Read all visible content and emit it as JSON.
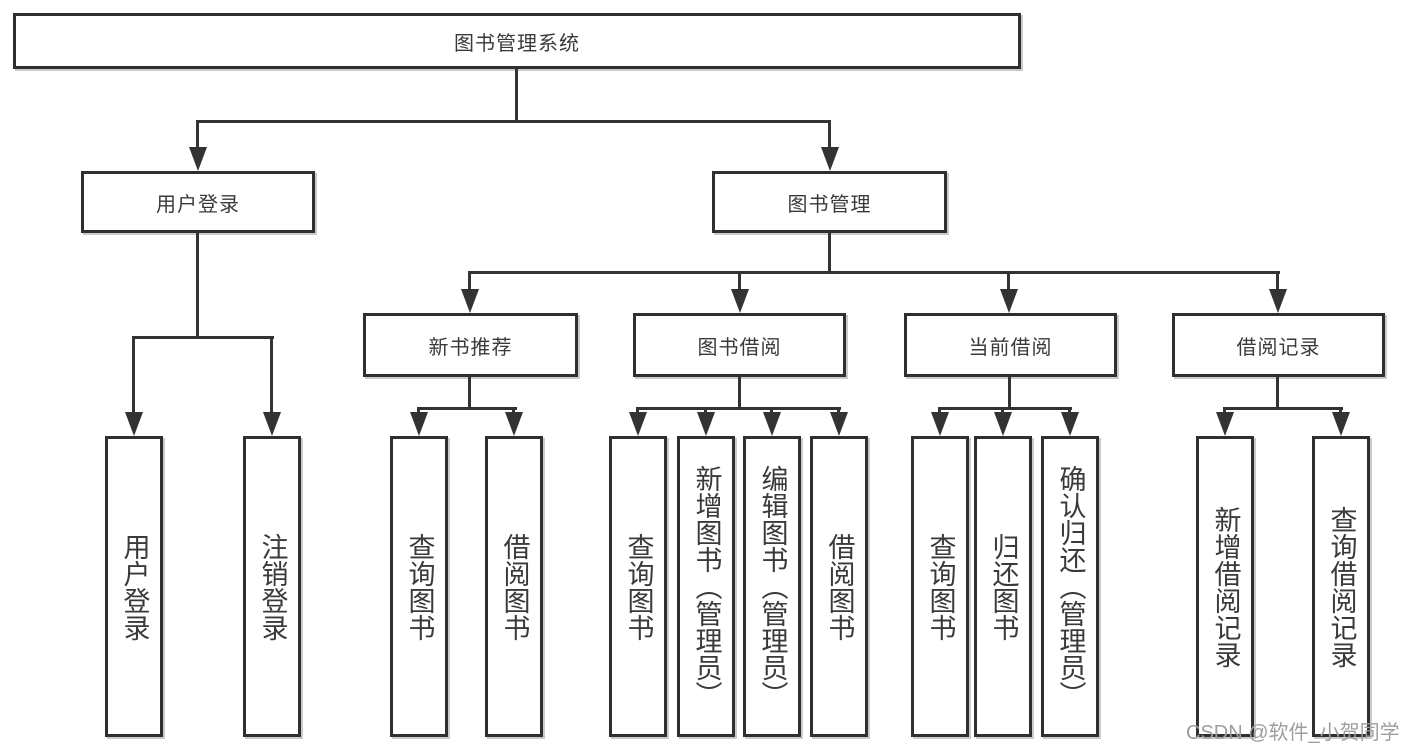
{
  "diagram": {
    "root": {
      "label": "图书管理系统"
    },
    "level2": [
      {
        "label": "用户登录"
      },
      {
        "label": "图书管理"
      }
    ],
    "level3": [
      {
        "label": "新书推荐"
      },
      {
        "label": "图书借阅"
      },
      {
        "label": "当前借阅"
      },
      {
        "label": "借阅记录"
      }
    ],
    "leaves": {
      "user_login": [
        {
          "label": "用户登录"
        },
        {
          "label": "注销登录"
        }
      ],
      "new_book": [
        {
          "label": "查询图书"
        },
        {
          "label": "借阅图书"
        }
      ],
      "book_borrow": [
        {
          "label": "查询图书"
        },
        {
          "label": "新增图书（管理员）"
        },
        {
          "label": "编辑图书（管理员）"
        },
        {
          "label": "借阅图书"
        }
      ],
      "current_borrow": [
        {
          "label": "查询图书"
        },
        {
          "label": "归还图书"
        },
        {
          "label": "确认归还（管理员）"
        }
      ],
      "borrow_record": [
        {
          "label": "新增借阅记录"
        },
        {
          "label": "查询借阅记录"
        }
      ]
    },
    "watermark": {
      "text": "CSDN @软件_小贺同学"
    },
    "colors": {
      "line": "#333333",
      "text": "#3a3a3a",
      "box_border": "#2f2f2f",
      "watermark": "#9e9e9e",
      "background": "#ffffff"
    }
  }
}
